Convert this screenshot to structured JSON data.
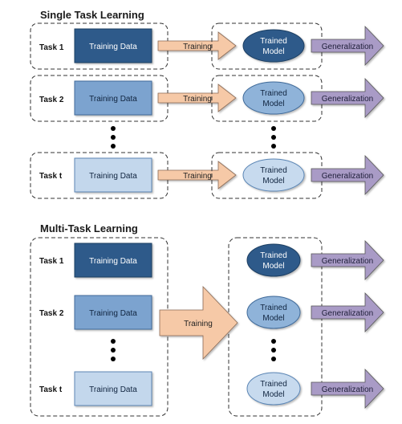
{
  "single": {
    "title": "Single Task Learning",
    "rows": [
      {
        "task": "Task 1",
        "data": "Training Data",
        "training": "Training",
        "model_line1": "Trained",
        "model_line2": "Model",
        "generalization": "Generalization"
      },
      {
        "task": "Task 2",
        "data": "Training Data",
        "training": "Training",
        "model_line1": "Trained",
        "model_line2": "Model",
        "generalization": "Generalization"
      },
      {
        "task": "Task t",
        "data": "Training Data",
        "training": "Training",
        "model_line1": "Trained",
        "model_line2": "Model",
        "generalization": "Generalization"
      }
    ]
  },
  "multi": {
    "title": "Multi-Task Learning",
    "training": "Training",
    "rows": [
      {
        "task": "Task 1",
        "data": "Training Data",
        "model_line1": "Trained",
        "model_line2": "Model",
        "generalization": "Generalization"
      },
      {
        "task": "Task 2",
        "data": "Training Data",
        "model_line1": "Trained",
        "model_line2": "Model",
        "generalization": "Generalization"
      },
      {
        "task": "Task t",
        "data": "Training Data",
        "model_line1": "Trained",
        "model_line2": "Model",
        "generalization": "Generalization"
      }
    ]
  },
  "colors": {
    "data_dark": "#2E5A8A",
    "data_mid": "#7BA3CF",
    "data_light": "#C3D7EC",
    "model_dark": "#2E5A8A",
    "model_mid": "#8FB3D9",
    "model_light": "#C7DAEE",
    "training_arrow": "#F6C9A7",
    "gen_arrow": "#A99BC6"
  }
}
